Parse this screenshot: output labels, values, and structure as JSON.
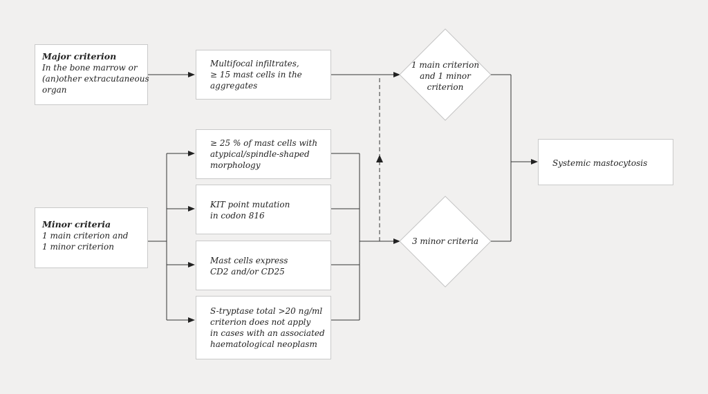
{
  "major": {
    "title": "Major criterion",
    "lines": [
      "In the bone marrow or",
      "(an)other extracutaneous",
      "organ"
    ]
  },
  "minor": {
    "title": "Minor criteria",
    "lines": [
      "1 main criterion and",
      "1 minor criterion"
    ]
  },
  "main_box": {
    "lines": [
      "Multifocal infiltrates,",
      "≥ 15 mast cells in the",
      "aggregates"
    ]
  },
  "minor_boxes": [
    {
      "lines": [
        "≥ 25 % of mast cells with",
        "atypical/spindle-shaped",
        "morphology"
      ]
    },
    {
      "lines": [
        "KIT point mutation",
        "in codon 816"
      ]
    },
    {
      "lines": [
        "Mast cells express",
        "CD2 and/or CD25"
      ]
    },
    {
      "lines": [
        "S-tryptase total >20 ng/ml",
        "criterion does not apply",
        "in cases with an associated",
        "haematological neoplasm"
      ]
    }
  ],
  "diamond_top": {
    "lines": [
      "1 main criterion",
      "and 1 minor",
      "criterion"
    ]
  },
  "diamond_bottom": {
    "lines": [
      "3 minor criteria"
    ]
  },
  "result": {
    "label": "Systemic mastocytosis"
  },
  "colors": {
    "background": "#f1f0ef",
    "box_fill": "#ffffff",
    "box_border": "#c9c9c9",
    "line": "#333333"
  }
}
